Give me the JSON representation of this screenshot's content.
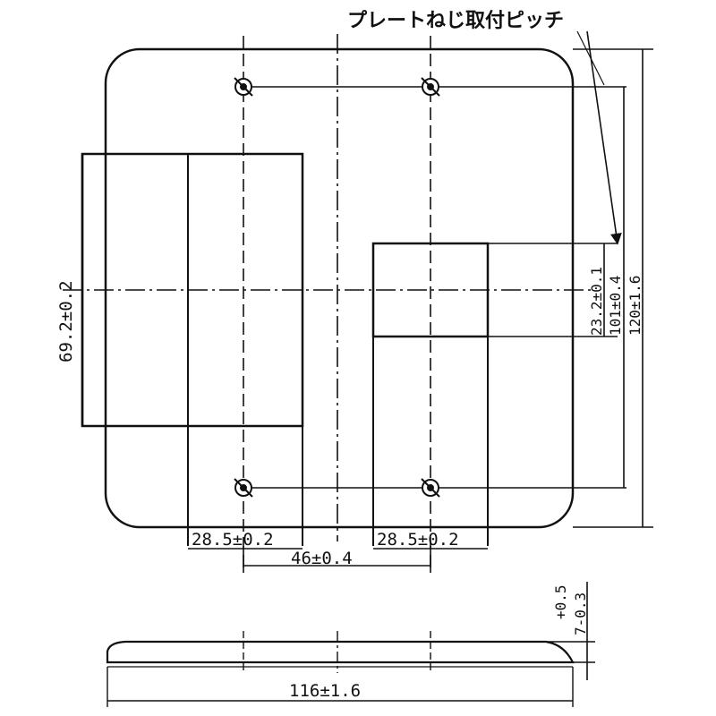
{
  "drawing": {
    "title_label": "プレートねじ取付ピッチ",
    "dimensions": {
      "height_69": "69.2±0.2",
      "width_28_left": "28.5±0.2",
      "width_28_right": "28.5±0.2",
      "pitch_46": "46±0.4",
      "height_23": "23.2±0.1",
      "pitch_101": "101±0.4",
      "overall_120": "120±1.6",
      "overall_116": "116±1.6",
      "thickness_7": "7-0.3",
      "tolerance_plus": "+0.5"
    }
  }
}
